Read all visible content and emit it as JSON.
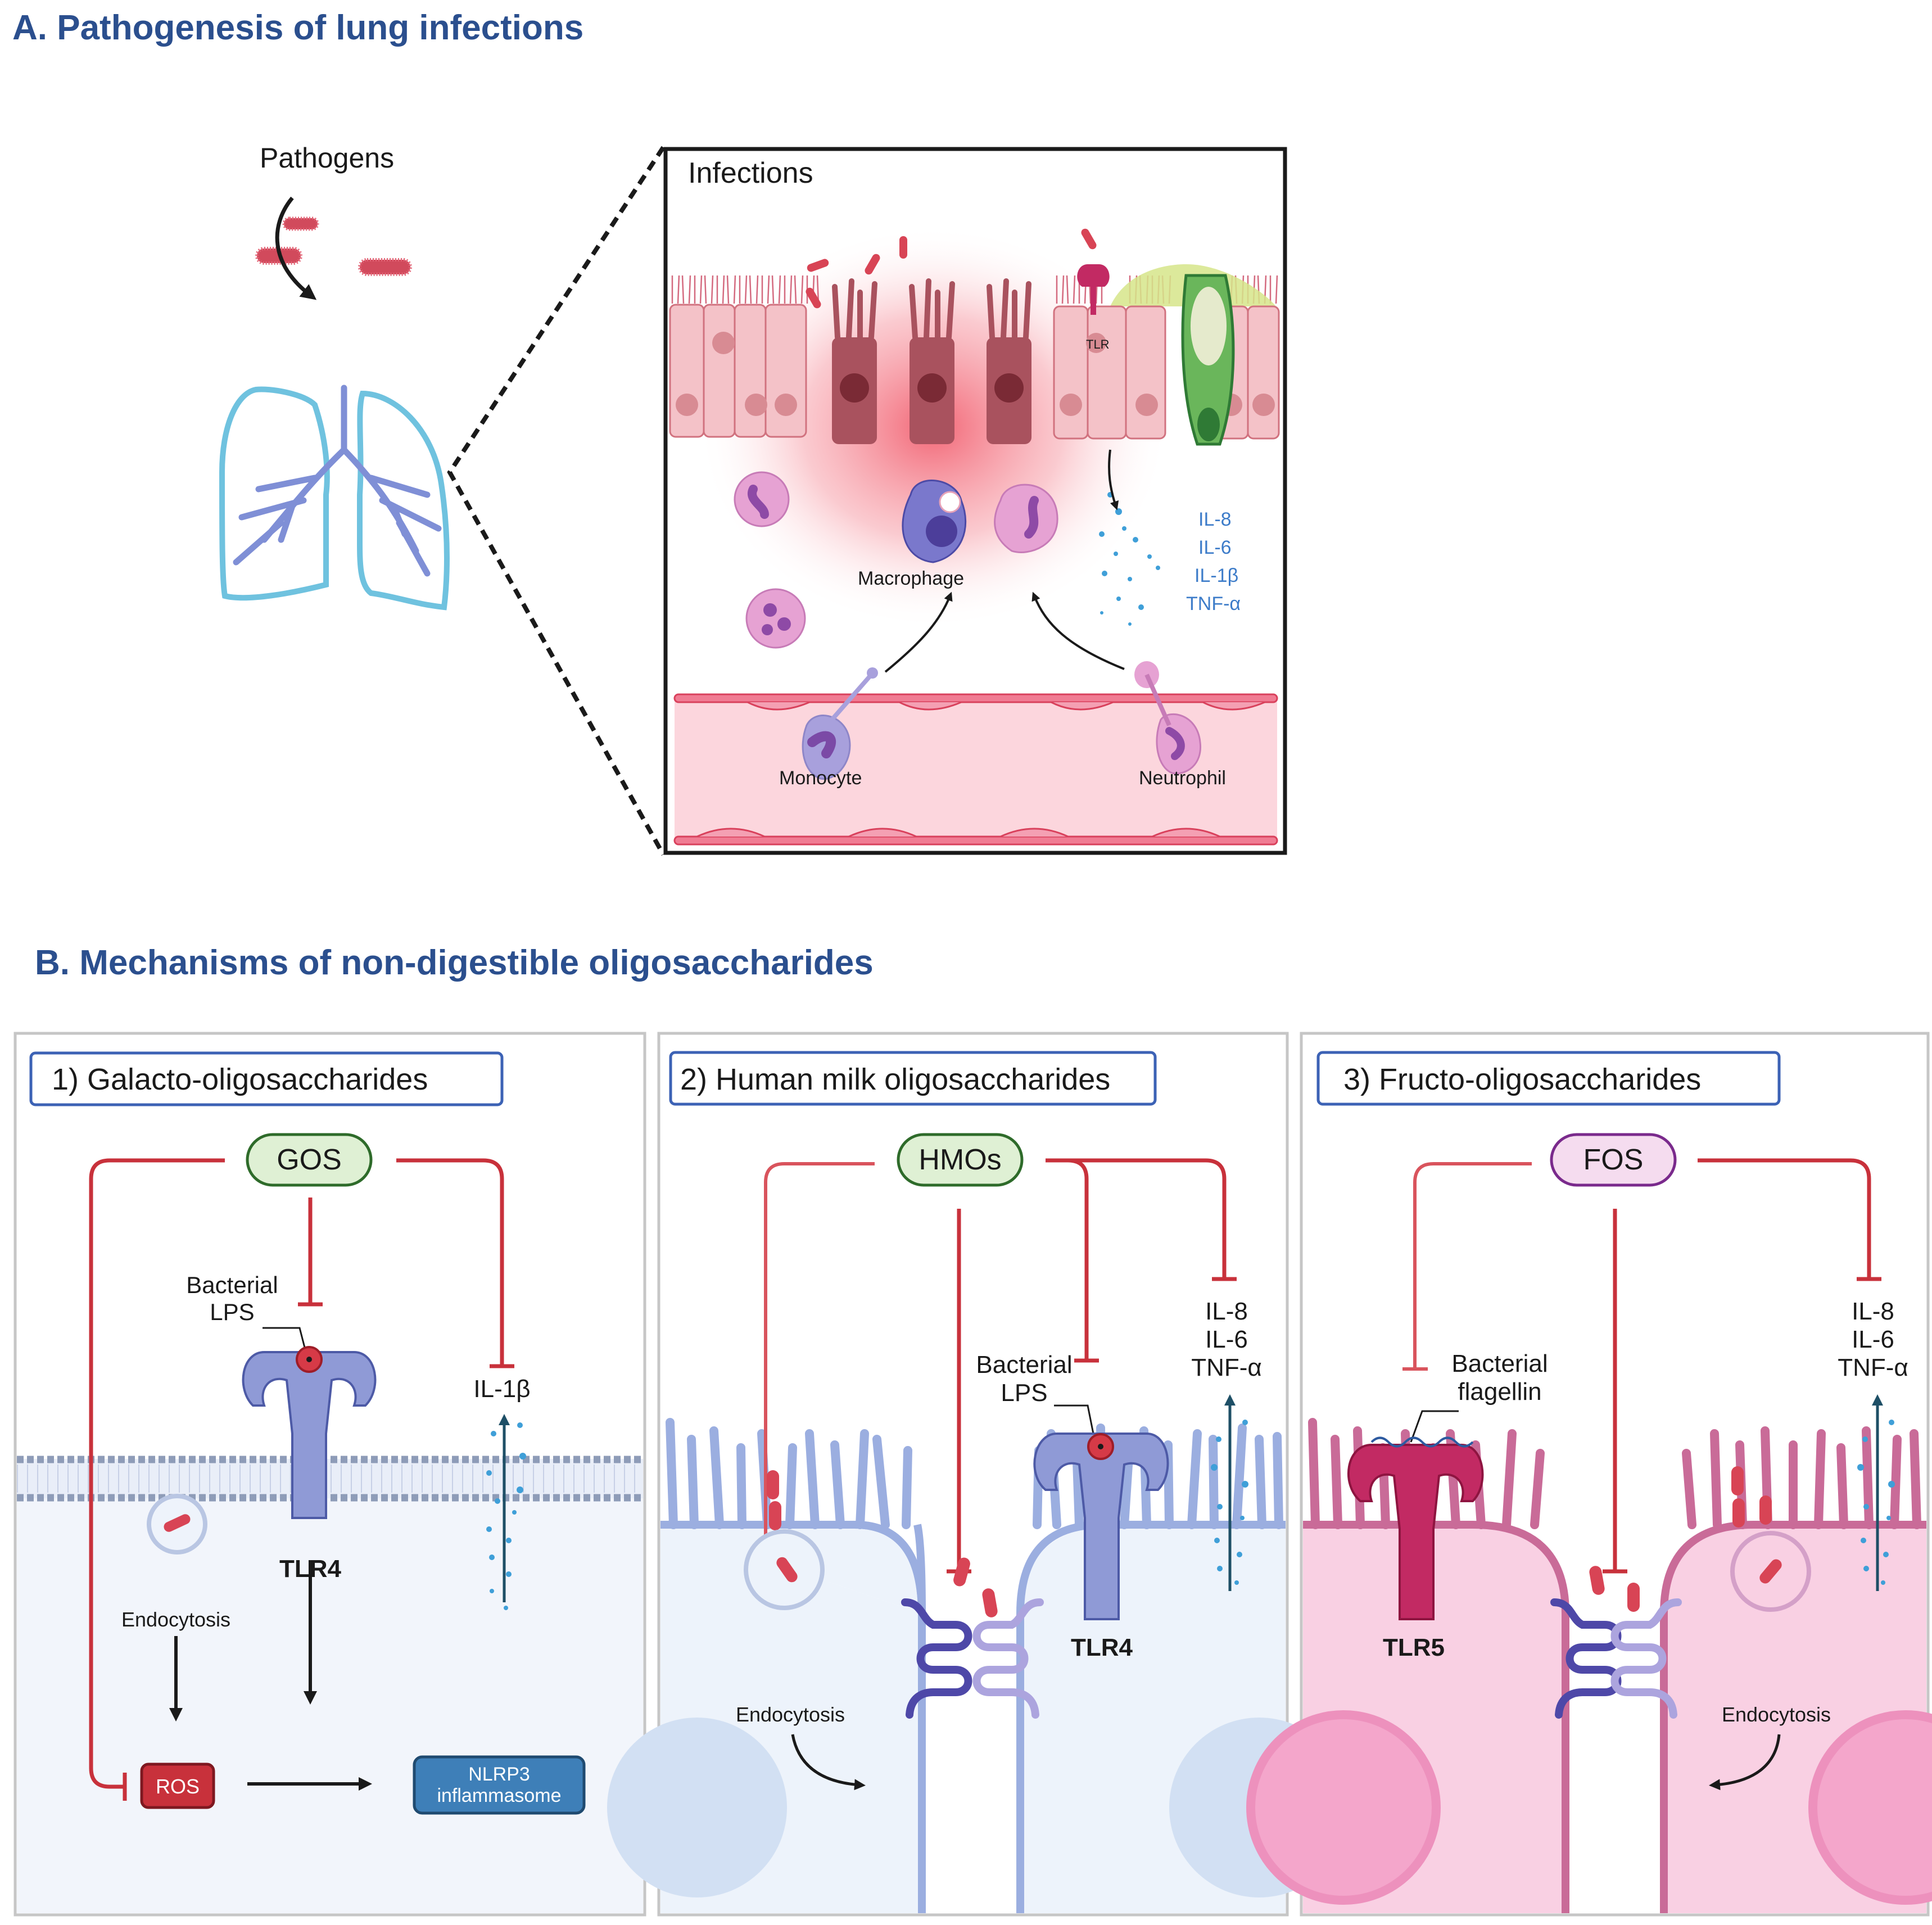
{
  "figure": {
    "panel_a": {
      "title": "A. Pathogenesis of lung infections",
      "pathogens_label": "Pathogens",
      "zoom_box": {
        "title": "Infections",
        "tlr_label": "TLR",
        "macrophage_label": "Macrophage",
        "monocyte_label": "Monocyte",
        "neutrophil_label": "Neutrophil",
        "cytokines": [
          "IL-8",
          "IL-6",
          "IL-1β",
          "TNF-α"
        ]
      }
    },
    "panel_b": {
      "title": "B. Mechanisms of non-digestible oligosaccharides",
      "subpanels": [
        {
          "header": "1) Galacto-oligosaccharides",
          "compound": "GOS",
          "bacterial_label_1": "Bacterial",
          "bacterial_label_2": "LPS",
          "cytokines": [
            "IL-1β"
          ],
          "receptor": "TLR4",
          "endocytosis_label": "Endocytosis",
          "ros_label": "ROS",
          "nlrp3_label_1": "NLRP3",
          "nlrp3_label_2": "inflammasome"
        },
        {
          "header": "2) Human milk oligosaccharides",
          "compound": "HMOs",
          "bacterial_label_1": "Bacterial",
          "bacterial_label_2": "LPS",
          "cytokines": [
            "IL-8",
            "IL-6",
            "TNF-α"
          ],
          "receptor": "TLR4",
          "endocytosis_label": "Endocytosis"
        },
        {
          "header": "3) Fructo-oligosaccharides",
          "compound": "FOS",
          "bacterial_label_1": "Bacterial",
          "bacterial_label_2": "flagellin",
          "cytokines": [
            "IL-8",
            "IL-6",
            "TNF-α"
          ],
          "receptor": "TLR5",
          "endocytosis_label": "Endocytosis"
        }
      ]
    },
    "colors": {
      "title_blue": "#2b4f8e",
      "inhibit_red": "#c8313b",
      "gos_green": "#2e6b2a",
      "fos_purple": "#7a2a8c",
      "tlr4_blue": "#7f8fd0",
      "tlr5_pink": "#c22a63",
      "cytokine_blue": "#3d7cc9",
      "nlrp3_blue": "#3e7fb8",
      "ros_red": "#c8313b"
    }
  }
}
